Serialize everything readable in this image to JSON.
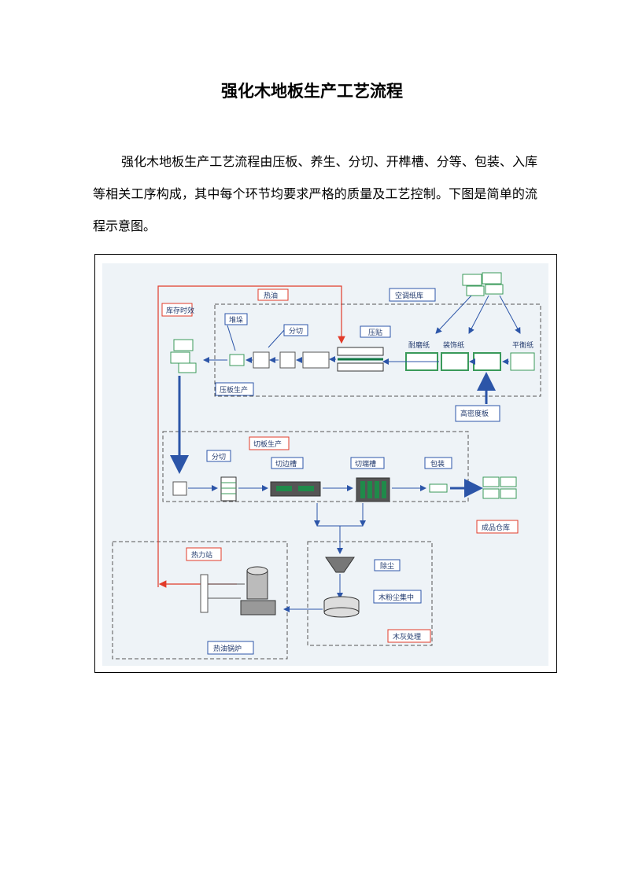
{
  "title": "强化木地板生产工艺流程",
  "intro": "强化木地板生产工艺流程由压板、养生、分切、开榫槽、分等、包装、入库等相关工序构成，其中每个环节均要求严格的质量及工艺控制。下图是简单的流程示意图。",
  "diagram": {
    "labels": {
      "hot_oil": "热油",
      "paper_storage": "空调纸库",
      "storage_aging": "库存时效",
      "stacking": "堆垛",
      "cutting_top": "分切",
      "pressing": "压贴",
      "wear_paper": "耐磨纸",
      "decor_paper": "装饰纸",
      "balance_paper": "平衡纸",
      "board_production": "压板生产",
      "hdf_board": "高密度板",
      "cut_board_production": "切板生产",
      "cutting_mid": "分切",
      "edge_groove": "切边槽",
      "end_groove": "切端槽",
      "packing": "包装",
      "warehouse": "成品仓库",
      "heat_station": "热力站",
      "dust_removal": "除尘",
      "wood_dust_collect": "木粉尘集中",
      "ash_treatment": "木灰处理",
      "oil_boiler": "热油锅炉"
    },
    "colors": {
      "arrow_blue": "#2c55a8",
      "hot_oil_red": "#e23b2a",
      "paper_green": "#3a9a5a",
      "bg_tint": "#eef3f7"
    }
  }
}
